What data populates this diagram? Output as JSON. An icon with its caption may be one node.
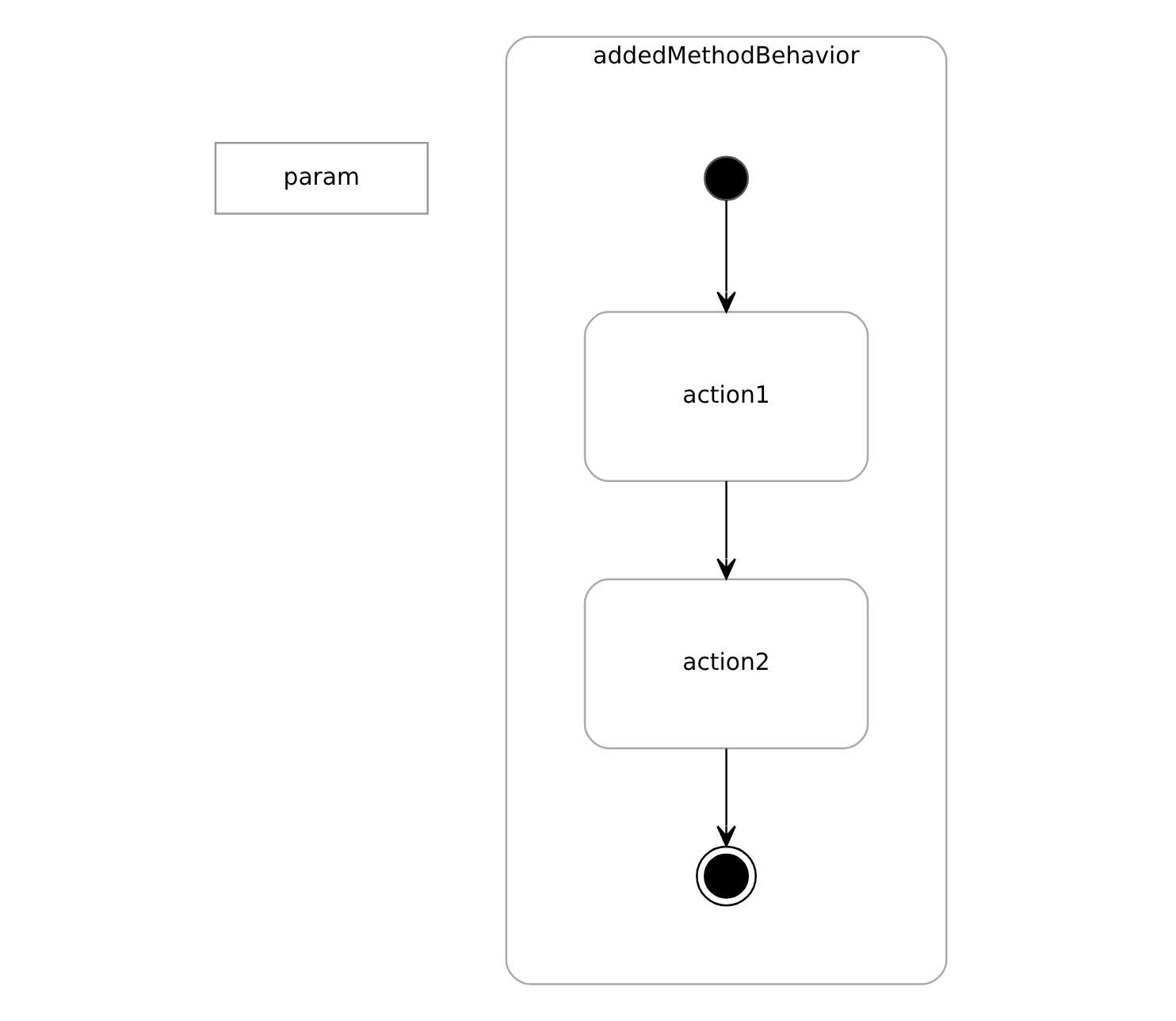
{
  "diagram": {
    "nodes": [
      {
        "text": [
          "addedMethodBehavior"
        ]
      },
      {
        "text": [
          "param"
        ]
      },
      {
        "text": [],
        "shape": "circle",
        "in": 0
      },
      {
        "text": [
          "action1"
        ],
        "in": 0
      },
      {
        "text": [
          "action2"
        ],
        "in": 0
      },
      {
        "text": [],
        "shape": "circle",
        "in": 0
      }
    ],
    "edges": [
      {
        "from": 2,
        "to": 3,
        "arrow": "to"
      },
      {
        "from": 3,
        "to": 4,
        "arrow": "to"
      },
      {
        "from": 4,
        "to": 5,
        "arrow": "to"
      }
    ]
  }
}
